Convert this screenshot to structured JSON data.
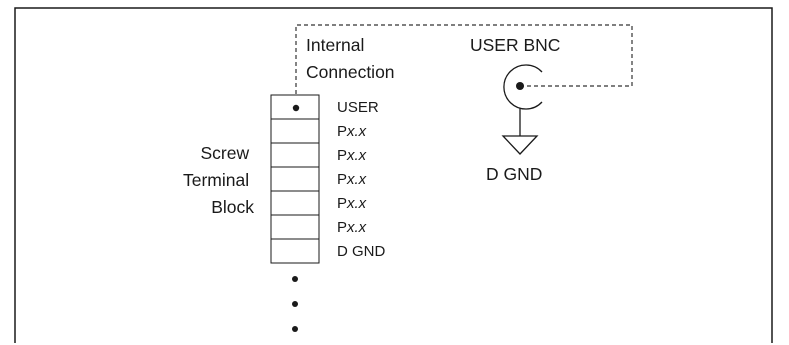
{
  "labels": {
    "internal_connection": [
      "Internal",
      "Connection"
    ],
    "user_bnc": "USER BNC",
    "d_gnd": "D GND",
    "screw_terminal_block": [
      "Screw",
      "Terminal",
      "Block"
    ]
  },
  "terminal_pins": [
    {
      "prefix": "USER",
      "italic": ""
    },
    {
      "prefix": "P",
      "italic": "x.x"
    },
    {
      "prefix": "P",
      "italic": "x.x"
    },
    {
      "prefix": "P",
      "italic": "x.x"
    },
    {
      "prefix": "P",
      "italic": "x.x"
    },
    {
      "prefix": "P",
      "italic": "x.x"
    },
    {
      "prefix": "D GND",
      "italic": ""
    }
  ]
}
